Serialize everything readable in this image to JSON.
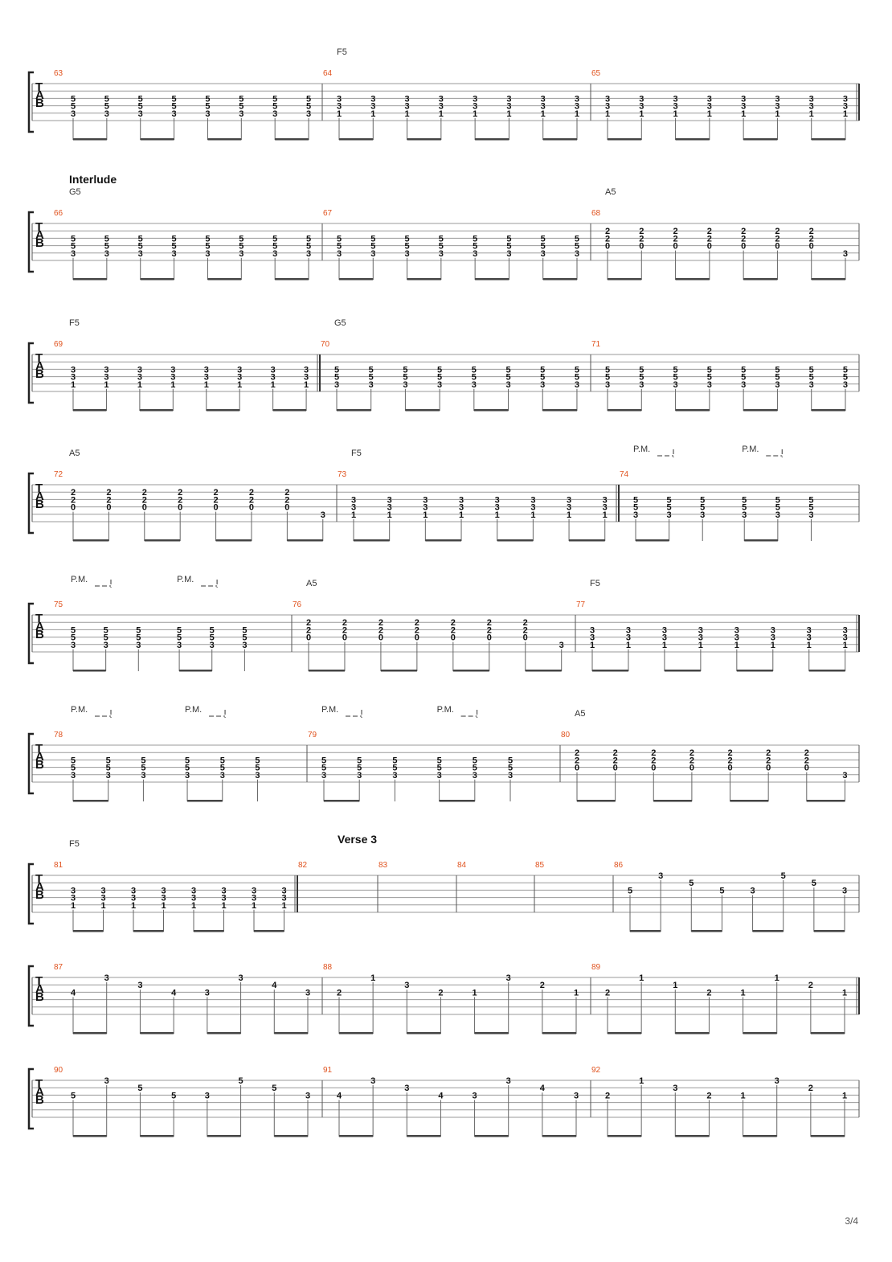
{
  "page": {
    "number": "3/4"
  },
  "colors": {
    "staff_line": "#9a9a9a",
    "measure_number": "#e0531f",
    "text": "#111111",
    "beam": "#444444"
  },
  "tab_clef_letters": [
    "T",
    "A",
    "B"
  ],
  "systems": [
    {
      "annotations": [
        {
          "text": "F5",
          "measure": "64"
        }
      ],
      "measures": [
        {
          "number": "63",
          "pattern": "chord",
          "strings": [
            "5",
            "5",
            "3"
          ],
          "count": 8
        },
        {
          "number": "64",
          "pattern": "chord",
          "strings": [
            "3",
            "3",
            "1"
          ],
          "count": 8
        },
        {
          "number": "65",
          "pattern": "chord",
          "strings": [
            "3",
            "3",
            "1"
          ],
          "count": 8,
          "end": "double"
        }
      ]
    },
    {
      "section": "Interlude",
      "annotations": [
        {
          "text": "G5",
          "measure": "66"
        },
        {
          "text": "A5",
          "measure": "68"
        }
      ],
      "measures": [
        {
          "number": "66",
          "pattern": "chord",
          "strings": [
            "5",
            "5",
            "3"
          ],
          "count": 8
        },
        {
          "number": "67",
          "pattern": "chord",
          "strings": [
            "5",
            "5",
            "3"
          ],
          "count": 8
        },
        {
          "number": "68",
          "pattern": "a5",
          "strings": [
            "2",
            "2",
            "0"
          ],
          "last": "3"
        }
      ]
    },
    {
      "annotations": [
        {
          "text": "F5",
          "measure": "69"
        },
        {
          "text": "G5",
          "measure": "70"
        }
      ],
      "measures": [
        {
          "number": "69",
          "pattern": "chord",
          "strings": [
            "3",
            "3",
            "1"
          ],
          "count": 8,
          "end": "double"
        },
        {
          "number": "70",
          "pattern": "chord",
          "strings": [
            "5",
            "5",
            "3"
          ],
          "count": 8
        },
        {
          "number": "71",
          "pattern": "chord",
          "strings": [
            "5",
            "5",
            "3"
          ],
          "count": 8
        }
      ]
    },
    {
      "annotations": [
        {
          "text": "A5",
          "measure": "72"
        },
        {
          "text": "F5",
          "measure": "73"
        }
      ],
      "pm": [
        {
          "text": "P.M.",
          "measure": "74",
          "at": 0
        },
        {
          "text": "P.M.",
          "measure": "74",
          "at": 3
        }
      ],
      "measures": [
        {
          "number": "72",
          "pattern": "a5",
          "strings": [
            "2",
            "2",
            "0"
          ],
          "last": "3"
        },
        {
          "number": "73",
          "pattern": "chord",
          "strings": [
            "3",
            "3",
            "1"
          ],
          "count": 8,
          "end": "double"
        },
        {
          "number": "74",
          "pattern": "pm",
          "strings": [
            "5",
            "5",
            "3"
          ]
        }
      ]
    },
    {
      "annotations": [
        {
          "text": "A5",
          "measure": "76"
        },
        {
          "text": "F5",
          "measure": "77"
        }
      ],
      "pm": [
        {
          "text": "P.M.",
          "measure": "75",
          "at": 0
        },
        {
          "text": "P.M.",
          "measure": "75",
          "at": 3
        }
      ],
      "measures": [
        {
          "number": "75",
          "pattern": "pm",
          "strings": [
            "5",
            "5",
            "3"
          ]
        },
        {
          "number": "76",
          "pattern": "a5",
          "strings": [
            "2",
            "2",
            "0"
          ],
          "last": "3"
        },
        {
          "number": "77",
          "pattern": "chord",
          "strings": [
            "3",
            "3",
            "1"
          ],
          "count": 8,
          "end": "double"
        }
      ]
    },
    {
      "annotations": [
        {
          "text": "A5",
          "measure": "80"
        }
      ],
      "pm": [
        {
          "text": "P.M.",
          "measure": "78",
          "at": 0
        },
        {
          "text": "P.M.",
          "measure": "78",
          "at": 3
        },
        {
          "text": "P.M.",
          "measure": "79",
          "at": 0
        },
        {
          "text": "P.M.",
          "measure": "79",
          "at": 3
        }
      ],
      "measures": [
        {
          "number": "78",
          "pattern": "pm",
          "strings": [
            "5",
            "5",
            "3"
          ]
        },
        {
          "number": "79",
          "pattern": "pm",
          "strings": [
            "5",
            "5",
            "3"
          ]
        },
        {
          "number": "80",
          "pattern": "a5",
          "strings": [
            "2",
            "2",
            "0"
          ],
          "last": "3"
        }
      ]
    },
    {
      "section": "Verse 3",
      "section_measure": "82",
      "annotations": [
        {
          "text": "F5",
          "measure": "81"
        }
      ],
      "measures": [
        {
          "number": "81",
          "pattern": "chord",
          "strings": [
            "3",
            "3",
            "1"
          ],
          "count": 8,
          "end": "double"
        },
        {
          "number": "82",
          "pattern": "rest"
        },
        {
          "number": "83",
          "pattern": "rest"
        },
        {
          "number": "84",
          "pattern": "rest"
        },
        {
          "number": "85",
          "pattern": "rest"
        },
        {
          "number": "86",
          "pattern": "arp",
          "notes": [
            [
              "5",
              "3"
            ],
            [
              "5",
              "5"
            ],
            [
              "3",
              "5"
            ],
            [
              "5",
              "3"
            ]
          ]
        }
      ]
    },
    {
      "measures": [
        {
          "number": "87",
          "pattern": "arp",
          "notes": [
            [
              "4",
              "3"
            ],
            [
              "3",
              "4"
            ],
            [
              "3",
              "3"
            ],
            [
              "4",
              "3"
            ]
          ]
        },
        {
          "number": "88",
          "pattern": "arp",
          "notes": [
            [
              "2",
              "1"
            ],
            [
              "3",
              "2"
            ],
            [
              "1",
              "3"
            ],
            [
              "2",
              "1"
            ]
          ]
        },
        {
          "number": "89",
          "pattern": "arp",
          "notes": [
            [
              "2",
              "1"
            ],
            [
              "1",
              "2"
            ],
            [
              "1",
              "1"
            ],
            [
              "2",
              "1"
            ]
          ],
          "end": "double"
        }
      ]
    },
    {
      "measures": [
        {
          "number": "90",
          "pattern": "arp",
          "notes": [
            [
              "5",
              "3"
            ],
            [
              "5",
              "5"
            ],
            [
              "3",
              "5"
            ],
            [
              "5",
              "3"
            ]
          ]
        },
        {
          "number": "91",
          "pattern": "arp",
          "notes": [
            [
              "4",
              "3"
            ],
            [
              "3",
              "4"
            ],
            [
              "3",
              "3"
            ],
            [
              "4",
              "3"
            ]
          ]
        },
        {
          "number": "92",
          "pattern": "arp",
          "notes": [
            [
              "2",
              "1"
            ],
            [
              "3",
              "2"
            ],
            [
              "1",
              "3"
            ],
            [
              "2",
              "1"
            ]
          ]
        }
      ]
    }
  ]
}
